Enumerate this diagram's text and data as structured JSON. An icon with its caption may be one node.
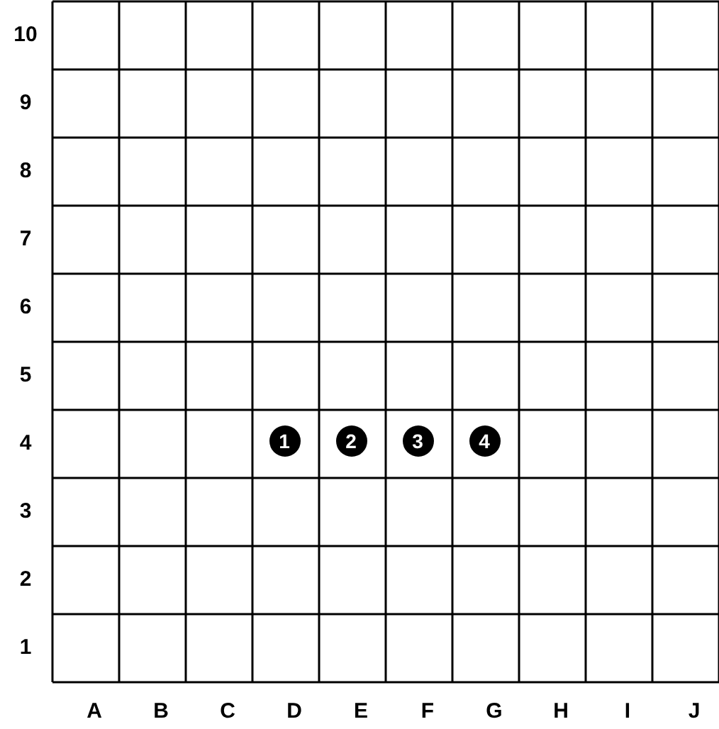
{
  "diagram": {
    "nodes": [
      {
        "text": [
          "1"
        ]
      },
      {
        "text": [
          "2"
        ]
      },
      {
        "text": [
          "3"
        ]
      },
      {
        "text": [
          "4"
        ]
      }
    ],
    "labels": [
      "10",
      "9",
      "8",
      "7",
      "6",
      "5",
      "4",
      "3",
      "2",
      "1",
      "A",
      "B",
      "C",
      "D",
      "E",
      "F",
      "G",
      "H",
      "I",
      "J"
    ]
  }
}
